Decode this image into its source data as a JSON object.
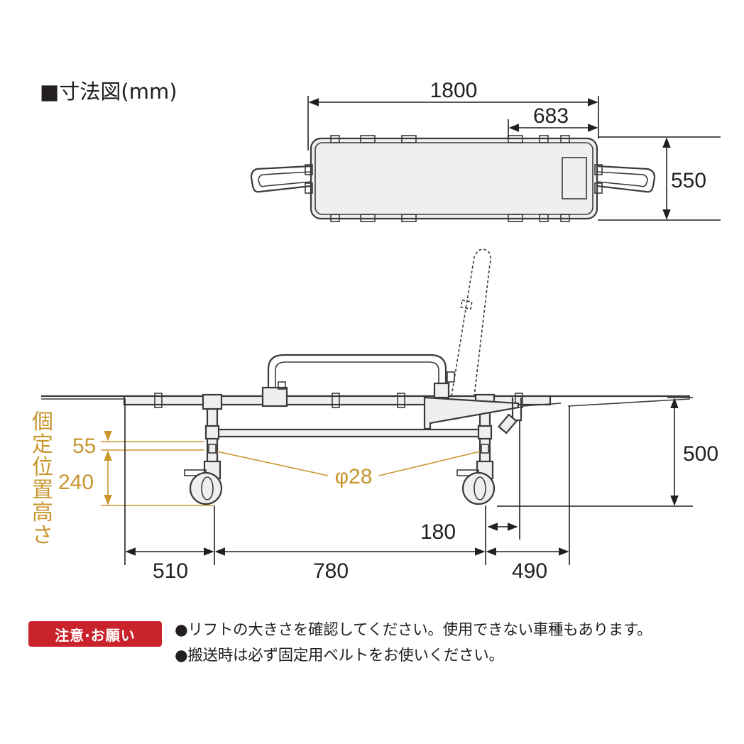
{
  "title": "■寸法図(mm)",
  "top_view": {
    "length": "1800",
    "partial_length": "683",
    "width": "550"
  },
  "side_view": {
    "height": "500",
    "pipe_diameter": "φ28",
    "offset_55": "55",
    "offset_240": "240",
    "vertical_label": [
      "個",
      "定",
      "位",
      "置",
      "高",
      "さ"
    ],
    "bottom_left": "510",
    "bottom_middle": "780",
    "bottom_right": "490",
    "step_180": "180"
  },
  "colors": {
    "accent": "#c8962d",
    "badge": "#c9242b",
    "line": "#231f20"
  },
  "notice": {
    "badge_label": "注意·お願い",
    "lines": [
      "●リフトの大きさを確認してください。使用できない車種もあります。",
      "●搬送時は必ず固定用ベルトをお使いください。"
    ]
  }
}
